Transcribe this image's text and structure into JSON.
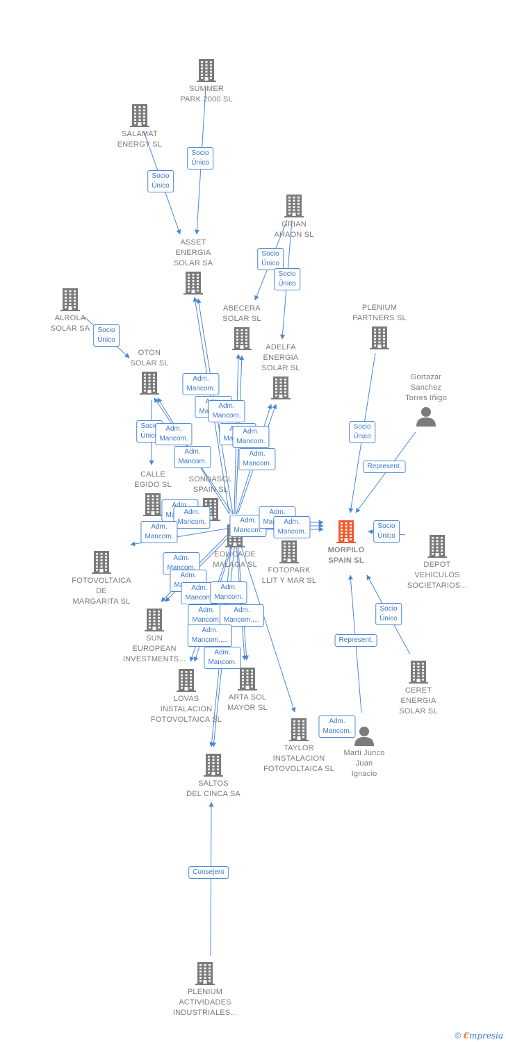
{
  "colors": {
    "edge": "#4a86d6",
    "building": "#7b7b7b",
    "main_building": "#f15a2a",
    "person": "#7b7b7b"
  },
  "nodes": [
    {
      "id": "summer",
      "label": "SUMMER\nPARK 2000  SL",
      "icon": "building-icon"
    },
    {
      "id": "salamat",
      "label": "SALAMAT\nENERGY  SL",
      "icon": "building-icon"
    },
    {
      "id": "grian",
      "label": "GRIAN\nAHAON SL",
      "icon": "building-icon"
    },
    {
      "id": "asset",
      "label": "ASSET\nENERGIA\nSOLAR SA",
      "icon": "building-icon"
    },
    {
      "id": "alrola",
      "label": "ALROLA\nSOLAR SA",
      "icon": "building-icon"
    },
    {
      "id": "abecera",
      "label": "ABECERA\nSOLAR SL",
      "icon": "building-icon"
    },
    {
      "id": "plenium_partners",
      "label": "PLENIUM\nPARTNERS SL",
      "icon": "building-icon"
    },
    {
      "id": "oton",
      "label": "OTON\nSOLAR SL",
      "icon": "building-icon"
    },
    {
      "id": "adelfa",
      "label": "ADELFA\nENERGIA\nSOLAR SL",
      "icon": "building-icon"
    },
    {
      "id": "gortazar",
      "label": "Gortazar\nSanchez\nTorres Iñigo",
      "icon": "person-icon"
    },
    {
      "id": "calle",
      "label": "CALLE\nEGIDO SL",
      "icon": "building-icon"
    },
    {
      "id": "sondasol",
      "label": "SONDASOL\nSPAIN  SL",
      "icon": "building-icon"
    },
    {
      "id": "morpilo",
      "label": "MORPILO\nSPAIN  SL",
      "icon": "building-icon",
      "main": true
    },
    {
      "id": "depot",
      "label": "DEPOT\nVEHICULOS\nSOCIETARIOS...",
      "icon": "building-icon"
    },
    {
      "id": "fotovoltaica",
      "label": "FOTOVOLTAICA\nDE\nMARGARITA SL",
      "icon": "building-icon"
    },
    {
      "id": "eolica",
      "label": "EOLICA DE\nMALAGA  SL",
      "icon": "building-icon"
    },
    {
      "id": "fotopark",
      "label": "FOTOPARK\nLLIT Y MAR SL",
      "icon": "building-icon"
    },
    {
      "id": "sun",
      "label": "SUN\nEUROPEAN\nINVESTMENTS...",
      "icon": "building-icon"
    },
    {
      "id": "ceret",
      "label": "CERET\nENERGIA\nSOLAR  SL",
      "icon": "building-icon"
    },
    {
      "id": "lovas",
      "label": "LOVAS\nINSTALACION\nFOTOVOLTAICA SL",
      "icon": "building-icon"
    },
    {
      "id": "arta",
      "label": "ARTA SOL\nMAYOR SL",
      "icon": "building-icon"
    },
    {
      "id": "taylor",
      "label": "TAYLOR\nINSTALACION\nFOTOVOLTAICA SL",
      "icon": "building-icon"
    },
    {
      "id": "marti",
      "label": "Marti Junco\nJuan\nIgnacio",
      "icon": "person-icon"
    },
    {
      "id": "saltos",
      "label": "SALTOS\nDEL CINCA SA",
      "icon": "building-icon"
    },
    {
      "id": "plenium_act",
      "label": "PLENIUM\nACTIVIDADES\nINDUSTRIALES...",
      "icon": "building-icon"
    }
  ],
  "edge_labels": [
    {
      "id": "socio-summer",
      "text": "Socio\nÚnico"
    },
    {
      "id": "socio-salamat",
      "text": "Socio\nÚnico"
    },
    {
      "id": "socio-grian1",
      "text": "Socio\nÚnico"
    },
    {
      "id": "socio-grian2",
      "text": "Socio\nÚnico"
    },
    {
      "id": "socio-alrola",
      "text": "Socio\nÚnico"
    },
    {
      "id": "socio-plenium",
      "text": "Socio\nÚnico"
    },
    {
      "id": "represent-gortazar",
      "text": "Represent."
    },
    {
      "id": "socio-oton",
      "text": "Socio\nÚnico"
    },
    {
      "id": "socio-depot",
      "text": "Socio\nÚnico"
    },
    {
      "id": "socio-ceret",
      "text": "Socio\nÚnico"
    },
    {
      "id": "represent-marti",
      "text": "Represent."
    },
    {
      "id": "adm-marti",
      "text": "Adm.\nMancom."
    },
    {
      "id": "consejero",
      "text": "Consejero"
    },
    {
      "id": "adm-1",
      "text": "Adm.\nMancom."
    },
    {
      "id": "adm-2",
      "text": "Adm.\nMancom."
    },
    {
      "id": "adm-3",
      "text": "Adm.\nMancom."
    },
    {
      "id": "adm-4",
      "text": "Adm.\nMancom."
    },
    {
      "id": "adm-5",
      "text": "Adm.\nMancom."
    },
    {
      "id": "adm-6",
      "text": "Adm.\nMancom."
    },
    {
      "id": "adm-7",
      "text": "Adm.\nMancom."
    },
    {
      "id": "adm-8",
      "text": "Adm.\nMancom."
    },
    {
      "id": "adm-9",
      "text": "Adm.\nMancom."
    },
    {
      "id": "adm-10",
      "text": "Adm.\nMancom."
    },
    {
      "id": "adm-11",
      "text": "Adm.\nMancom."
    },
    {
      "id": "adm-12",
      "text": "Adm.\nMancom."
    },
    {
      "id": "adm-13",
      "text": "Adm.\nMancom."
    },
    {
      "id": "adm-14",
      "text": "Adm.\nMancom."
    },
    {
      "id": "adm-15",
      "text": "Adm.\nMancom."
    },
    {
      "id": "adm-16",
      "text": "Adm.\nMancom."
    },
    {
      "id": "adm-17",
      "text": "Adm.\nMancom."
    },
    {
      "id": "adm-18",
      "text": "Adm.\nMancom."
    },
    {
      "id": "adm-19",
      "text": "Adm.\nMancom."
    },
    {
      "id": "adm-20",
      "text": "Adm.\nMancom.,..."
    },
    {
      "id": "adm-21",
      "text": "Adm.\nMancom.,..."
    },
    {
      "id": "adm-22",
      "text": "Adm.\nMancom."
    }
  ],
  "footer": {
    "copyright": "©",
    "brand_first": "€",
    "brand_rest": "mpresia"
  }
}
